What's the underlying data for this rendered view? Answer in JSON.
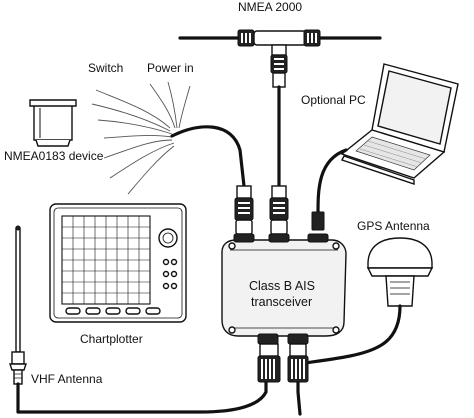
{
  "labels": {
    "nmea2000": "NMEA 2000",
    "switch": "Switch",
    "power_in": "Power in",
    "optional_pc": "Optional PC",
    "nmea0183_device": "NMEA0183 device",
    "gps_antenna": "GPS Antenna",
    "chartplotter": "Chartplotter",
    "vhf_antenna": "VHF Antenna",
    "transceiver_line1": "Class B AIS",
    "transceiver_line2": "transceiver"
  },
  "colors": {
    "line": "#111111",
    "background": "#ffffff",
    "device_fill": "#f2f2f2"
  }
}
